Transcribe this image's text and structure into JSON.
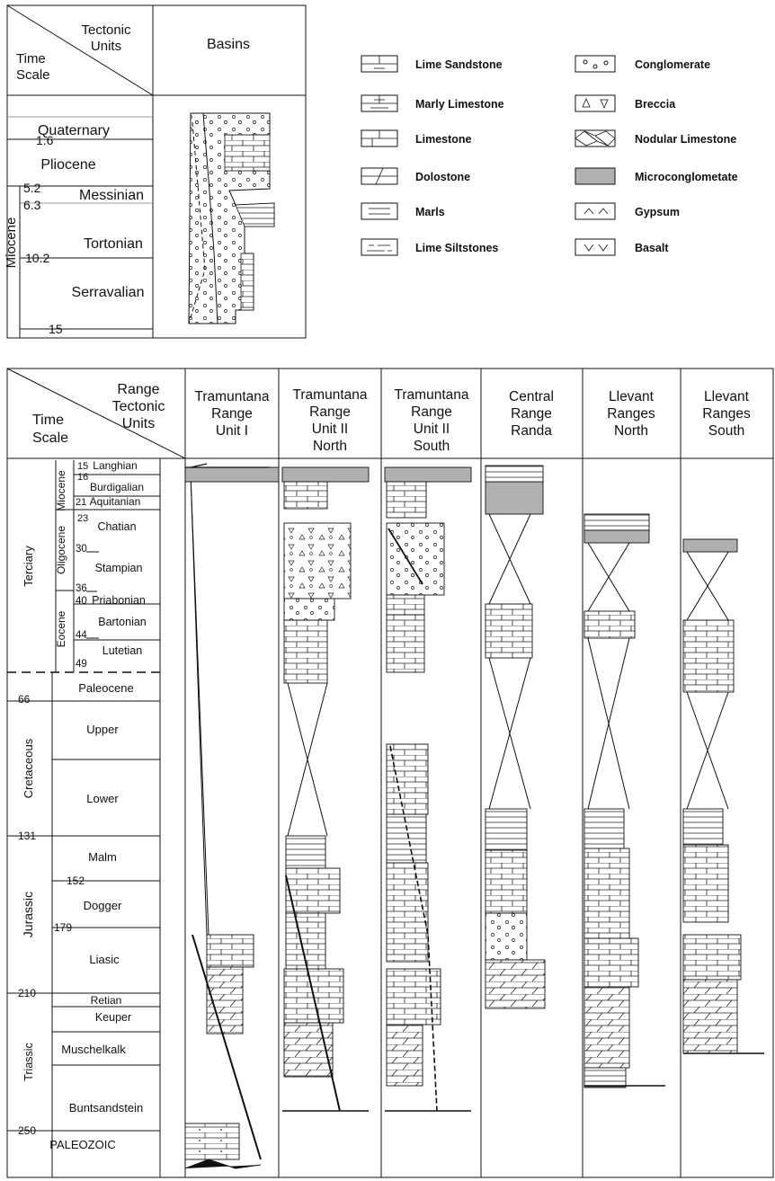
{
  "top_table": {
    "header_tectonic": "Tectonic\nUnits",
    "header_time": "Time\nScale",
    "header_basins": "Basins",
    "rows": [
      {
        "label": "Quaternary",
        "boundary": "1.6"
      },
      {
        "label": "Pliocene",
        "boundary": "5.2"
      },
      {
        "label": "Messinian",
        "boundary": "6.3"
      },
      {
        "label": "Tortonian",
        "boundary": "10.2"
      },
      {
        "label": "Serravalian",
        "boundary": "15"
      }
    ],
    "epoch_vertical": "Miocene"
  },
  "legend": {
    "left": [
      "Lime Sandstone",
      "Marly Limestone",
      "Limestone",
      "Dolostone",
      "Marls",
      "Lime Siltstones"
    ],
    "right": [
      "Conglomerate",
      "Breccia",
      "Nodular Limestone",
      "Microconglometate",
      "Gypsum",
      "Basalt"
    ]
  },
  "bottom_table": {
    "header_range": "Range\nTectonic\nUnits",
    "header_time": "Time\nScale",
    "columns": [
      "Tramuntana\nRange\nUnit I",
      "Tramuntana\nRange\nUnit II\nNorth",
      "Tramuntana\nRange\nUnit II\nSouth",
      "Central\nRange\nRanda",
      "Llevant\nRanges\nNorth",
      "Llevant\nRanges\nSouth"
    ],
    "periods": [
      "Terciary",
      "Cretaceous",
      "Jurassic",
      "Triassic"
    ],
    "epochs": [
      "Miocene",
      "Oligocene",
      "Eocene"
    ],
    "tertiary_stages": [
      "Langhian",
      "Burdigalian",
      "Aquitanian",
      "Chatian",
      "Stampian",
      "Priabonian",
      "Bartonian",
      "Lutetian"
    ],
    "tertiary_ages": [
      "15",
      "16",
      "21",
      "23",
      "30",
      "36",
      "40",
      "44",
      "49"
    ],
    "stages": [
      "Paleocene",
      "Upper",
      "Lower",
      "Malm",
      "Dogger",
      "Liasic",
      "Retian",
      "Keuper",
      "Muschelkalk",
      "Buntsandstein",
      "PALEOZOIC"
    ],
    "ages": [
      "66",
      "131",
      "152",
      "179",
      "210",
      "250"
    ]
  }
}
